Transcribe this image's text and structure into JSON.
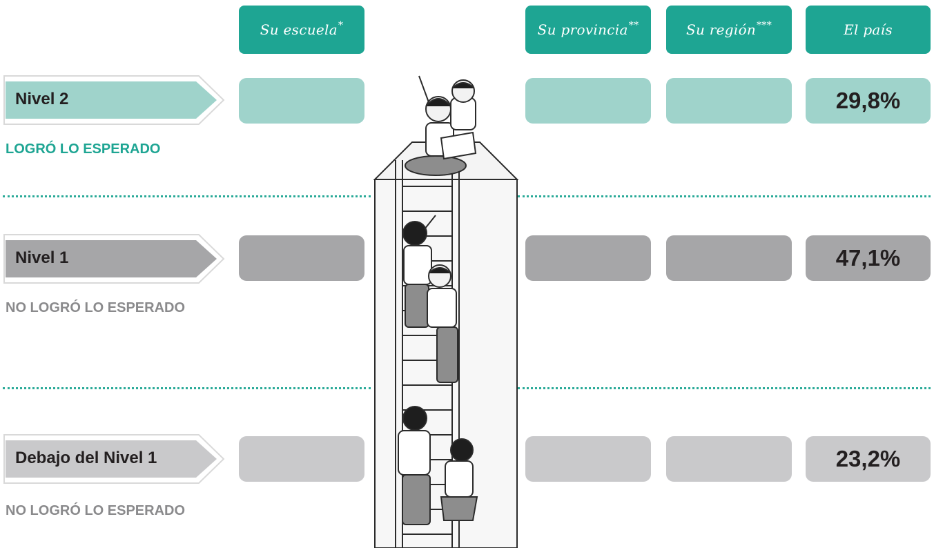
{
  "columns": [
    {
      "label": "Su escuela",
      "mark": "*"
    },
    {
      "label": "Su provincia",
      "mark": "**"
    },
    {
      "label": "Su región",
      "mark": "***"
    },
    {
      "label": "El país",
      "mark": ""
    }
  ],
  "levels": [
    {
      "name": "Nivel 2",
      "status": "LOGRÓ LO ESPERADO",
      "pais": "29,8%"
    },
    {
      "name": "Nivel 1",
      "status": "NO LOGRÓ LO ESPERADO",
      "pais": "47,1%"
    },
    {
      "name": "Debajo del Nivel 1",
      "status": "NO LOGRÓ LO ESPERADO",
      "pais": "23,2%"
    }
  ],
  "colors": {
    "accent": "#1ea593",
    "nivel2_cell": "#9fd3cb",
    "nivel1_cell": "#a6a6a8",
    "debajo_cell": "#c9c9cb"
  },
  "illustration": "children-climbing-ladder-illustration"
}
